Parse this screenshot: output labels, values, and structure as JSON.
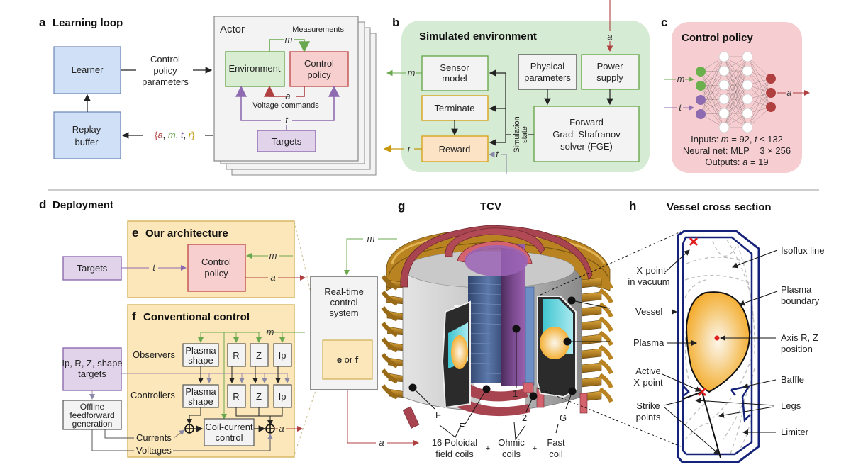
{
  "panels": {
    "a": {
      "letter": "a",
      "title": "Learning loop",
      "learner": "Learner",
      "replay": [
        "Replay",
        "buffer"
      ],
      "params_label": [
        "Control",
        "policy",
        "parameters"
      ],
      "tuple": {
        "open": "{",
        "a": "a",
        "m": "m",
        "t": "t",
        "r": "r",
        "close": "}",
        "sep": ", "
      },
      "actor": {
        "title": "Actor",
        "measurements": "Measurements",
        "m": "m",
        "environment": "Environment",
        "control_policy": [
          "Control",
          "policy"
        ],
        "a": "a",
        "voltage_commands": "Voltage commands",
        "t": "t",
        "targets": "Targets"
      }
    },
    "b": {
      "letter": "b",
      "title": "Simulated environment",
      "a_in": "a",
      "sensor_model": [
        "Sensor",
        "model"
      ],
      "terminate": "Terminate",
      "reward": "Reward",
      "physical_parameters": [
        "Physical",
        "parameters"
      ],
      "power_supply": [
        "Power",
        "supply"
      ],
      "fge": [
        "Forward",
        "Grad–Shafranov",
        "solver (FGE)"
      ],
      "simulation_state": [
        "Simulation",
        "state"
      ],
      "m_out": "m",
      "r_out": "r",
      "t_in": "t"
    },
    "c": {
      "letter": "c",
      "title": "Control policy",
      "m_in": "m",
      "t_in": "t",
      "a_out": "a",
      "inputs_line": {
        "prefix": "Inputs: ",
        "m": "m",
        "m_val": " = 92, ",
        "t": "t",
        "t_val": " ≤ 132"
      },
      "net_line": "Neural net: MLP = 3 × 256",
      "outputs_line": {
        "prefix": "Outputs: ",
        "a": "a",
        "a_val": " = 19"
      }
    },
    "d": {
      "letter": "d",
      "title": "Deployment",
      "targets": "Targets",
      "t": "t"
    },
    "e": {
      "letter": "e",
      "title": "Our architecture",
      "control_policy": [
        "Control",
        "policy"
      ],
      "m": "m",
      "a": "a"
    },
    "f": {
      "letter": "f",
      "title": "Conventional control",
      "m": "m",
      "observers": "Observers",
      "controllers": "Controllers",
      "plasma_shape": [
        "Plasma",
        "shape"
      ],
      "r": "R",
      "z": "Z",
      "ip": "Ip",
      "shape_targets": [
        "Ip, R, Z, shape",
        "targets"
      ],
      "offline": [
        "Offline",
        "feedforward",
        "generation"
      ],
      "currents": "Currents",
      "voltages": "Voltages",
      "coil_current": [
        "Coil-current",
        "control"
      ],
      "a": "a"
    },
    "rt": {
      "label": [
        "Real-time",
        "control",
        "system"
      ],
      "e_or_f": {
        "e": "e",
        "or": " or ",
        "f": "f"
      },
      "m": "m",
      "a": "a"
    },
    "g": {
      "letter": "g",
      "title": "TCV",
      "labels": {
        "F": "F",
        "E": "E",
        "one": "1",
        "two": "2",
        "G": "G"
      },
      "poloidal": [
        "16 Poloidal",
        "field coils"
      ],
      "ohmic": [
        "Ohmic",
        "coils"
      ],
      "fast": [
        "Fast",
        "coil"
      ],
      "plus": "+"
    },
    "h": {
      "letter": "h",
      "title": "Vessel cross section",
      "isoflux": "Isoflux line",
      "xpoint_vac": [
        "X-point",
        "in vacuum"
      ],
      "plasma_boundary": [
        "Plasma",
        "boundary"
      ],
      "vessel": "Vessel",
      "plasma": "Plasma",
      "axis": [
        "Axis R, Z",
        "position"
      ],
      "active_x": [
        "Active",
        "X-point"
      ],
      "baffle": "Baffle",
      "strike": [
        "Strike",
        "points"
      ],
      "legs": "Legs",
      "limiter": "Limiter"
    }
  },
  "colors": {
    "blue_box": "#cfe0f7",
    "green_box": "#d9edd2",
    "red_box": "#f7cfcf",
    "purple_box": "#e0d3ea",
    "sim_env_bg": "#d6ebd3",
    "policy_bg": "#f6cdd0",
    "deploy_bg": "#fbe7b9",
    "m_color": "#6aa84f",
    "a_color": "#b04040",
    "t_color": "#8e6bb0",
    "r_color": "#c79a10",
    "vessel_blue": "#16237a"
  }
}
